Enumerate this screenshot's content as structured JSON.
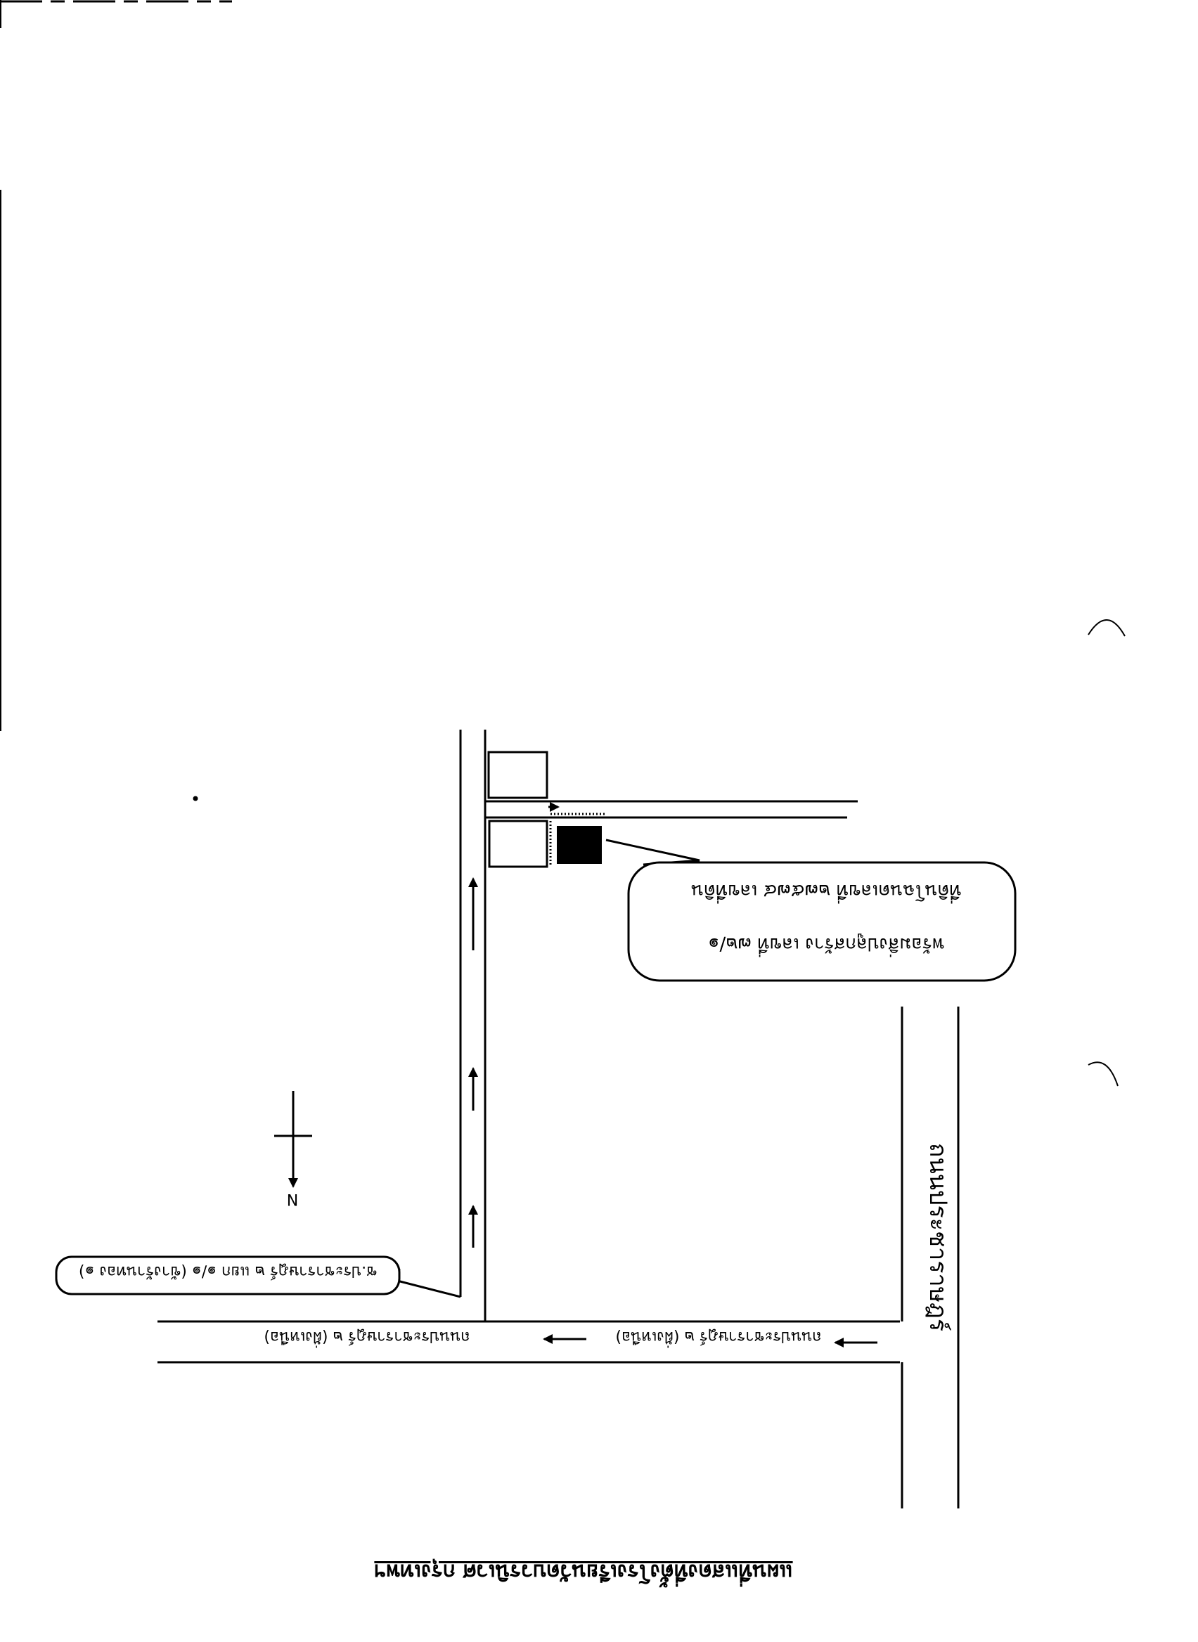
{
  "map": {
    "title": "แผนที่แสดงที่ตั้งโรงเรียนวัดบวรนิเวศ กรุงเทพฯ",
    "compass": {
      "label": "N",
      "direction": "down"
    },
    "roads": {
      "main_road_label_left": "ถนนประชาราษฎร์ ๒ (ฝั่งเหนือ)",
      "main_road_label_right": "ถนนประชาราษฎร์ ๒ (ฝั่งเหนือ)",
      "vertical_road_label": "ถนนประชาราษฎร์"
    },
    "callouts": {
      "target_line1": "ที่ดินโฉนดเลขที่ ๒๗๕๗๔ เลขที่ดิน",
      "target_line2": "พร้อมสิ่งปลูกสร้าง เลขที่ ๗๒/๑",
      "alley_label": "ซ.ประชาราษฎร์ ๒ แยก ๑/๑ (ข้างร้านทอง ๑)"
    },
    "colors": {
      "ink": "#000000",
      "paper": "#ffffff"
    }
  }
}
